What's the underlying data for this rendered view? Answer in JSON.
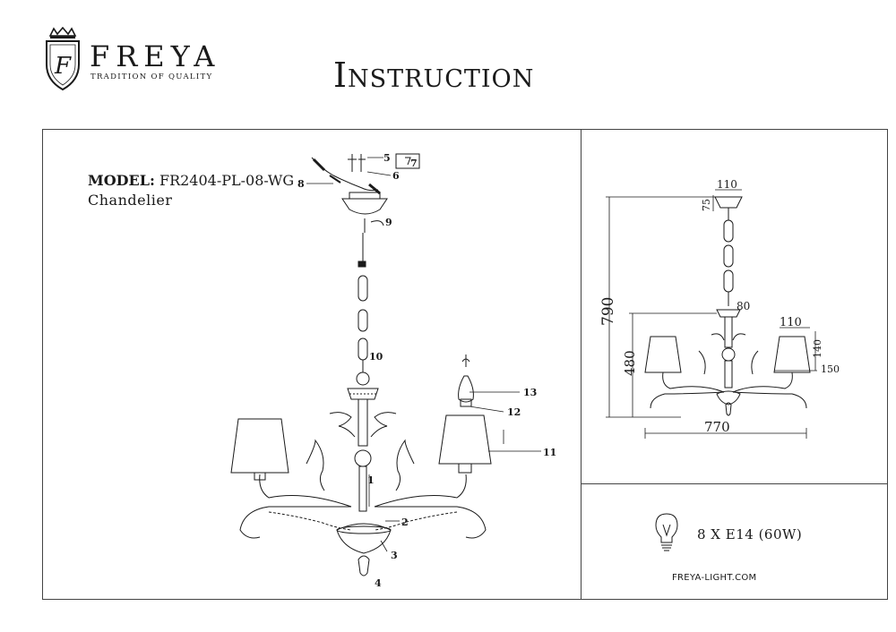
{
  "brand": {
    "name": "FREYA",
    "logo_letter": "F",
    "tagline": "TRADITION OF QUALITY"
  },
  "document": {
    "title": "Instruction"
  },
  "product": {
    "model_label": "MODEL:",
    "model_number": "FR2404-PL-08-WG",
    "type": "Chandelier"
  },
  "assembly_callouts": [
    "1",
    "2",
    "3",
    "4",
    "5",
    "6",
    "7",
    "8",
    "9",
    "10",
    "11",
    "12",
    "13"
  ],
  "dimensions": {
    "total_height": "790",
    "body_height": "480",
    "total_width": "770",
    "canopy_width": "110",
    "canopy_height": "75",
    "cup_width": "80",
    "shade_top_width": "110",
    "shade_height": "140",
    "shade_bottom_width": "150"
  },
  "lamp_spec": "8 X E14 (60W)",
  "website": "FREYA-LIGHT.COM",
  "colors": {
    "line": "#1a1a1a",
    "frame": "#444444",
    "background": "#ffffff"
  }
}
